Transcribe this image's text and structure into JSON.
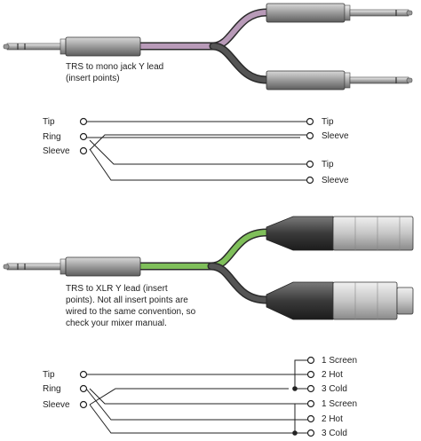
{
  "section1": {
    "caption_lines": [
      "TRS to mono jack Y lead",
      "(insert points)"
    ],
    "wiring": {
      "left_labels": [
        "Tip",
        "Ring",
        "Sleeve"
      ],
      "right_labels": [
        "Tip",
        "Sleeve",
        "Tip",
        "Sleeve"
      ]
    }
  },
  "section2": {
    "caption_lines": [
      "TRS to XLR Y lead (insert",
      "points). Not all insert points are",
      "wired to the same convention, so",
      "check your mixer manual."
    ],
    "wiring": {
      "left_labels": [
        "Tip",
        "Ring",
        "Sleeve"
      ],
      "right_labels": [
        "1 Screen",
        "2 Hot",
        "3 Cold",
        "1 Screen",
        "2 Hot",
        "3 Cold"
      ]
    }
  },
  "colors": {
    "cable_purple": "#b89ab8",
    "cable_green": "#7fbf5a",
    "plug_grey": "#a8a8a8",
    "xlr_dark": "#4a4a4a",
    "line": "#222222"
  }
}
